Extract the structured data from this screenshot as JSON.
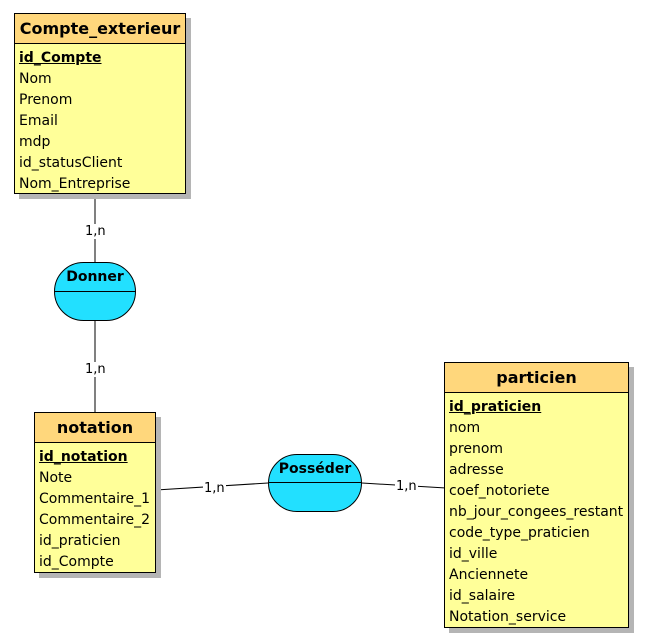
{
  "entities": {
    "compte_exterieur": {
      "title": "Compte_exterieur",
      "key": "id_Compte",
      "attrs": [
        "Nom",
        "Prenom",
        "Email",
        "mdp",
        "id_statusClient",
        "Nom_Entreprise"
      ]
    },
    "notation": {
      "title": "notation",
      "key": "id_notation",
      "attrs": [
        "Note",
        "Commentaire_1",
        "Commentaire_2",
        "id_praticien",
        "id_Compte"
      ]
    },
    "particien": {
      "title": "particien",
      "key": "id_praticien",
      "attrs": [
        "nom",
        "prenom",
        "adresse",
        "coef_notoriete",
        "nb_jour_congees_restant",
        "code_type_praticien",
        "id_ville",
        "Anciennete",
        "id_salaire",
        "Notation_service"
      ]
    }
  },
  "relations": {
    "donner": {
      "name": "Donner"
    },
    "posseder": {
      "name": "Posséder"
    }
  },
  "cardinalities": {
    "compte_donner": "1,n",
    "donner_notation": "1,n",
    "notation_posseder": "1,n",
    "posseder_particien": "1,n"
  },
  "colors": {
    "entity_header": "#ffd77c",
    "entity_body": "#ffff99",
    "relation_fill": "#22e0ff",
    "shadow": "#b5b5b5"
  }
}
